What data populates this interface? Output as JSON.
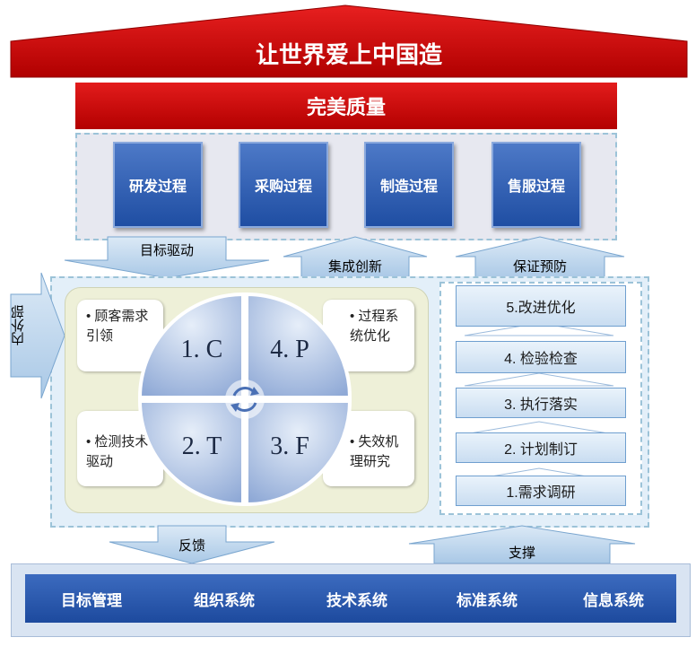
{
  "roof": {
    "title": "让世界爱上中国造"
  },
  "quality": {
    "title": "完美质量"
  },
  "processes": [
    "研发过程",
    "采购过程",
    "制造过程",
    "售服过程"
  ],
  "arrows": {
    "goal_drive": "目标驱动",
    "integrated_innovation": "集成创新",
    "assurance_prevention": "保证预防",
    "internal_external": "内外部",
    "feedback": "反馈",
    "support": "支撑"
  },
  "cycle": {
    "quadrants": [
      "1. C",
      "4. P",
      "2. T",
      "3. F"
    ],
    "notes": {
      "customer": "• 顾客需求引领",
      "process": "• 过程系统优化",
      "tech": "• 检测技术驱动",
      "failure": "• 失效机理研究"
    }
  },
  "steps": [
    "5.改进优化",
    "4. 检验检查",
    "3. 执行落实",
    "2. 计划制订",
    "1.需求调研"
  ],
  "foundations": [
    "目标管理",
    "组织系统",
    "技术系统",
    "标准系统",
    "信息系统"
  ],
  "colors": {
    "red": "#d40000",
    "blue": "#2553a8",
    "light_blue": "#bcd6ee"
  }
}
